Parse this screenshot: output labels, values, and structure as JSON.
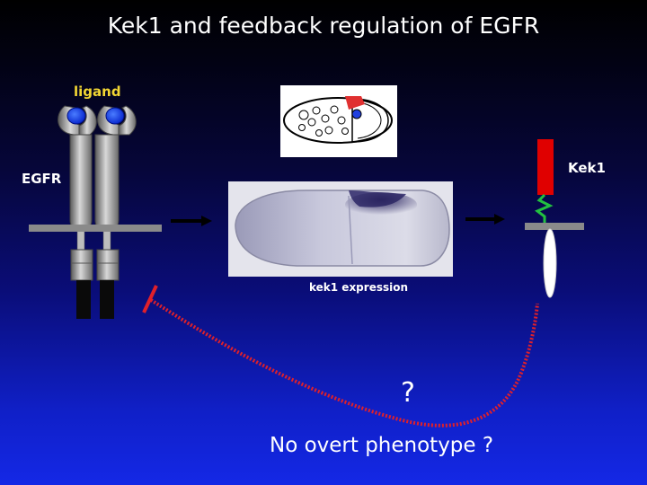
{
  "slide": {
    "title": "Kek1 and feedback regulation of EGFR",
    "labels": {
      "ligand": "ligand",
      "egfr": "EGFR",
      "kek1": "Kek1",
      "kek1_expression": "kek1 expression",
      "question_mark": "?",
      "phenotype": "No overt phenotype ?"
    },
    "colors": {
      "ligand_label": "#f2d633",
      "text": "#ffffff",
      "inhibition_line": "#e0202a",
      "kek1_domain": "#e00000",
      "kek1_linker": "#22c040",
      "ligand_ball": "#1040e0"
    },
    "icons": [
      "egfr-receptor-icon",
      "egg-chamber-icon",
      "embryo-stain-image",
      "kek1-protein-icon",
      "arrow-right-icon",
      "inhibition-line-icon"
    ]
  }
}
